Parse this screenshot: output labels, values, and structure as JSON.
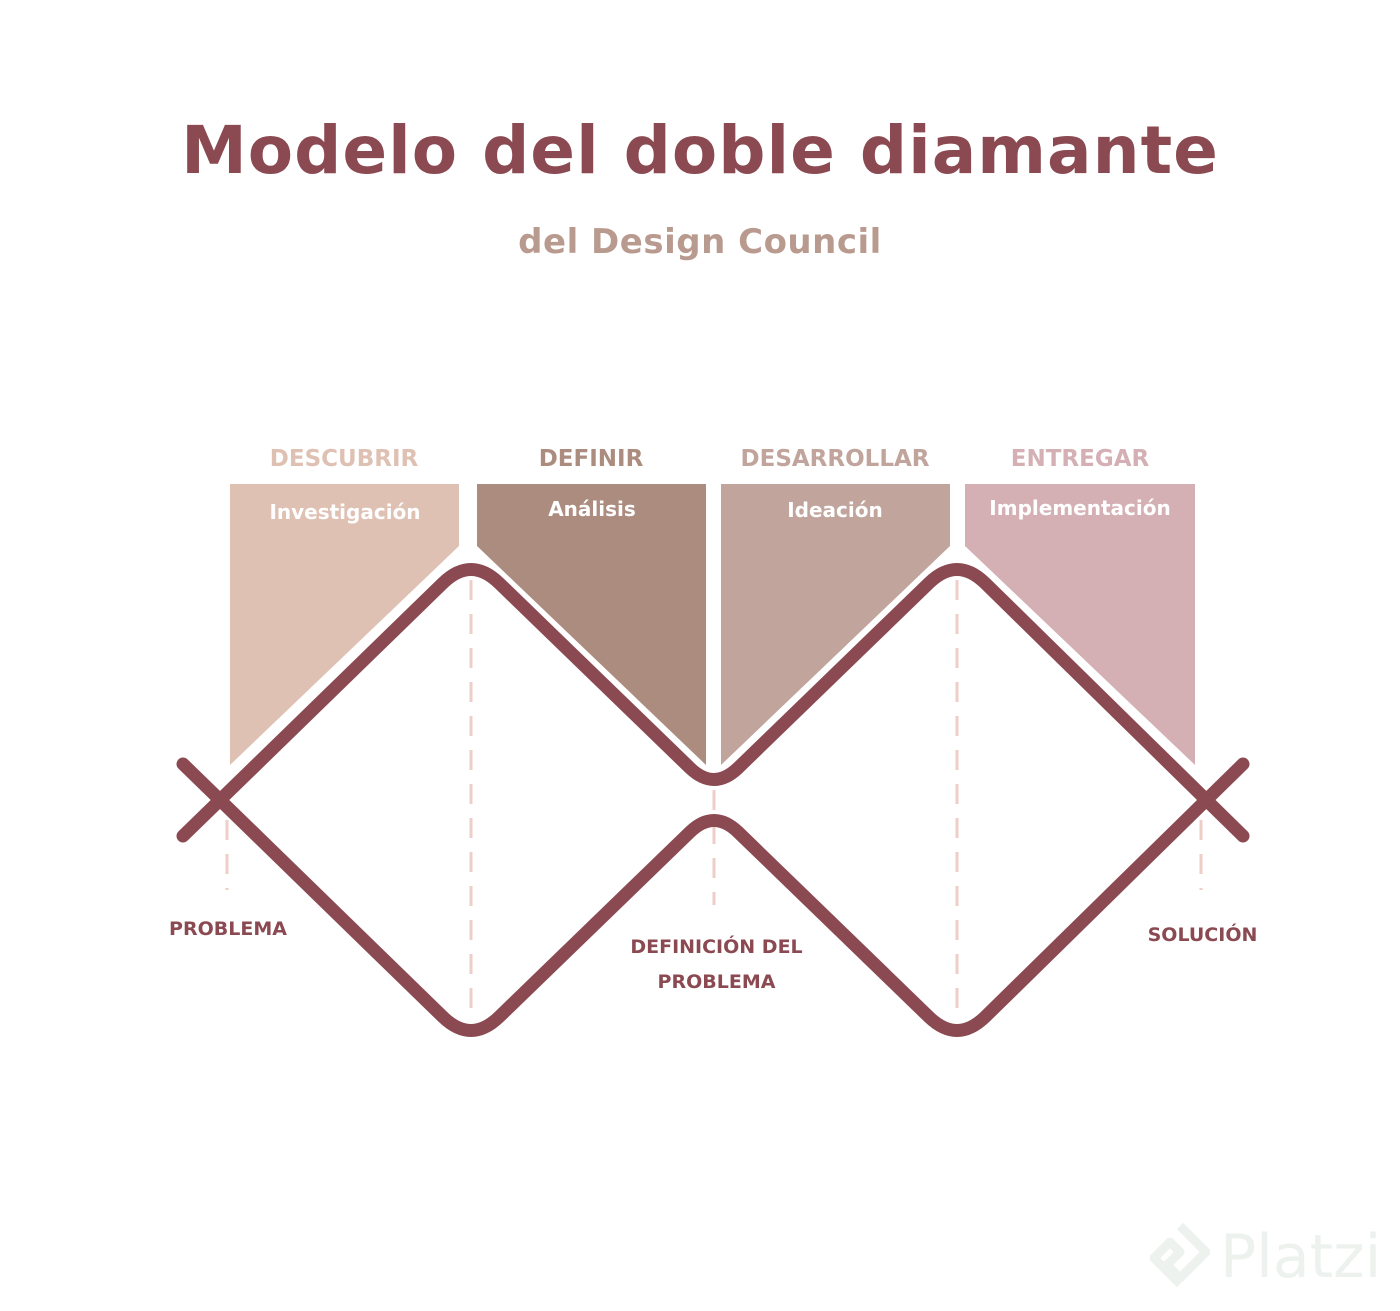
{
  "header": {
    "title": "Modelo del doble diamante",
    "subtitle": "del Design Council"
  },
  "phases": [
    {
      "label": "DESCUBRIR",
      "activity": "Investigación",
      "color": "#dfc1b3",
      "label_color": "#dfc1b3"
    },
    {
      "label": "DEFINIR",
      "activity": "Análisis",
      "color": "#ad8c80",
      "label_color": "#ad8c80"
    },
    {
      "label": "DESARROLLAR",
      "activity": "Ideación",
      "color": "#c1a59d",
      "label_color": "#c1a59d"
    },
    {
      "label": "ENTREGAR",
      "activity": "Implementación",
      "color": "#d4b0b5",
      "label_color": "#d4b0b5"
    }
  ],
  "milestones": {
    "start": "PROBLEMA",
    "middle_line1": "DEFINICIÓN DEL",
    "middle_line2": "PROBLEMA",
    "end": "SOLUCIÓN"
  },
  "colors": {
    "line": "#8b4a52",
    "dash": "#efcdc8",
    "title": "#8b4a52",
    "subtitle": "#b99a8f"
  },
  "watermark": {
    "text": "Platzi"
  }
}
